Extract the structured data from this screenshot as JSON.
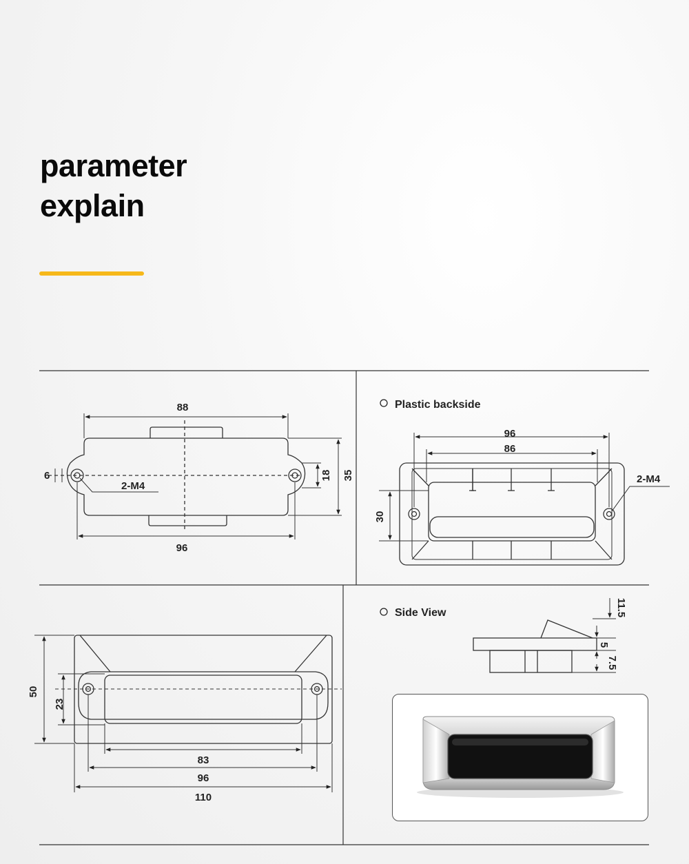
{
  "heading": {
    "line1": "parameter",
    "line2": "explain"
  },
  "colors": {
    "accent": "#f6b81a",
    "line": "#333333"
  },
  "front_view": {
    "top_width": "88",
    "bottom_width": "96",
    "hole_label": "2-M4",
    "height_inner": "18",
    "height_outer": "35",
    "edge_offset": "6"
  },
  "backside_view": {
    "caption": "Plastic backside",
    "outer_width": "96",
    "inner_width": "86",
    "hole_label": "2-M4",
    "height": "30"
  },
  "bottom_view": {
    "height_outer": "50",
    "height_inner": "23",
    "width_a": "83",
    "width_b": "96",
    "width_c": "110"
  },
  "side_view": {
    "caption": "Side View",
    "dim_top": "11.5",
    "dim_mid": "5",
    "dim_low": "7.5"
  },
  "photo": {
    "icon": "handle-photo-icon"
  }
}
